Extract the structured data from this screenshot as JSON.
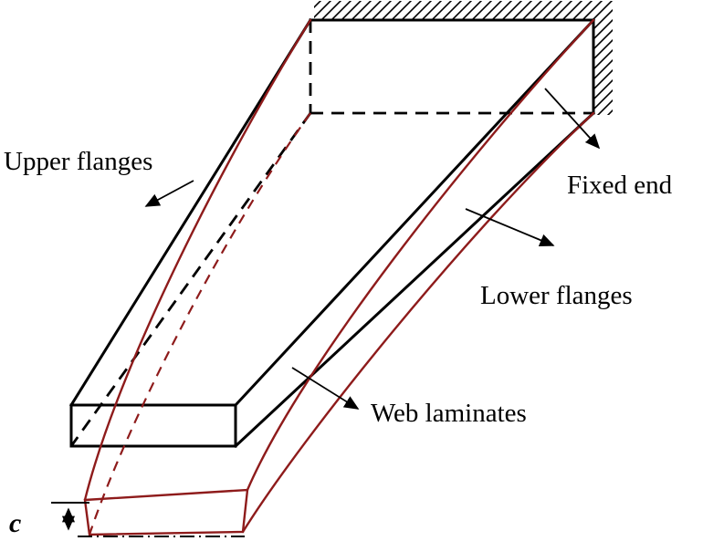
{
  "figure": {
    "type": "engineering-diagram",
    "description": "Cantilever composite box beam fixed at a wall, undeformed outline in black and bent (deformed) shape in dark red, tip deflection marked c",
    "labels": {
      "upper_flanges": "Upper flanges",
      "fixed_end": "Fixed end",
      "lower_flanges": "Lower flanges",
      "web_laminates": "Web laminates",
      "tip_deflection": "c"
    },
    "colors": {
      "ink": "#000000",
      "deformed": "#8e1b1b",
      "background": "#ffffff"
    },
    "line_styles": {
      "undeformed_visible": "solid black",
      "undeformed_hidden": "dashed black",
      "deformed_visible": "solid dark red",
      "deformed_hidden": "dashed dark red",
      "datum": "dash-dot black"
    }
  }
}
